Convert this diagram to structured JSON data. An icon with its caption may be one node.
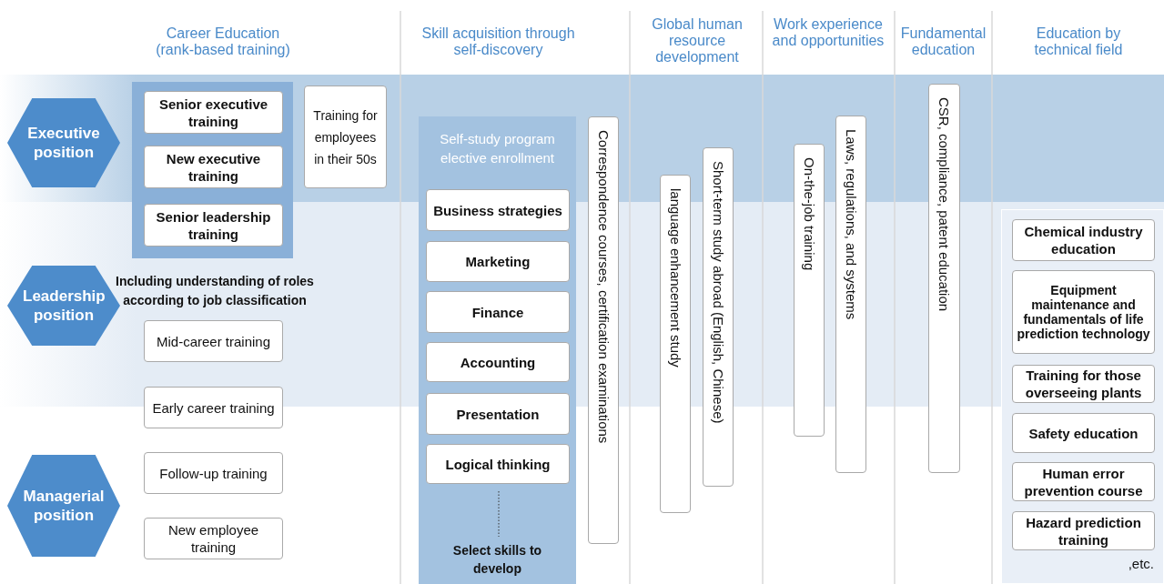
{
  "diagram": {
    "nodes": [
      {
        "text": [
          "Executive position"
        ]
      },
      {
        "text": [
          "Leadership position"
        ]
      },
      {
        "text": [
          "Managerial position"
        ]
      },
      {
        "text": [],
        "shape": "box"
      },
      {
        "text": [
          "Senior executive training"
        ],
        "in": 3
      },
      {
        "text": [
          "New executive training"
        ],
        "in": 3
      },
      {
        "text": [
          "Senior leadership training"
        ],
        "in": 3
      },
      {
        "text": [
          "Training for employees in their 50s"
        ]
      },
      {
        "text": [
          "Mid-career training"
        ]
      },
      {
        "text": [
          "Early career training"
        ]
      },
      {
        "text": [
          "Follow-up training"
        ]
      },
      {
        "text": [
          "New employee training"
        ]
      },
      {
        "text": [
          "Self-study program elective enrollment",
          "Select skills to develop"
        ]
      },
      {
        "text": [
          "Business strategies"
        ],
        "in": 12
      },
      {
        "text": [
          "Marketing"
        ],
        "in": 12
      },
      {
        "text": [
          "Finance"
        ],
        "in": 12
      },
      {
        "text": [
          "Accounting"
        ],
        "in": 12
      },
      {
        "text": [
          "Presentation"
        ],
        "in": 12
      },
      {
        "text": [
          "Logical thinking"
        ],
        "in": 12
      },
      {
        "text": [
          "Correspondence courses, certification examinations"
        ]
      },
      {
        "text": [
          "language enhancement study"
        ]
      },
      {
        "text": [
          "Short-term study abroad (English, Chinese)"
        ]
      },
      {
        "text": [
          "On-the-job training"
        ]
      },
      {
        "text": [
          "Laws, regulations, and systems"
        ]
      },
      {
        "text": [
          "CSR, compliance, patent education"
        ]
      },
      {
        "text": [
          ",etc."
        ]
      },
      {
        "text": [
          "Chemical industry education"
        ],
        "in": 25
      },
      {
        "text": [
          "Equipment maintenance and fundamentals of life prediction technology"
        ],
        "in": 25
      },
      {
        "text": [
          "Training for those overseeing plants"
        ],
        "in": 25
      },
      {
        "text": [
          "Safety education"
        ],
        "in": 25
      },
      {
        "text": [
          "Human error prevention course"
        ],
        "in": 25
      },
      {
        "text": [
          "Hazard prediction training"
        ],
        "in": 25
      }
    ],
    "labels": [
      "Career Education (rank-based training)",
      "Skill acquisition through self-discovery",
      "Global human resource development",
      "Work experience and opportunities",
      "Fundamental education",
      "Education by technical field",
      "Including understanding of roles according to job classification"
    ]
  }
}
